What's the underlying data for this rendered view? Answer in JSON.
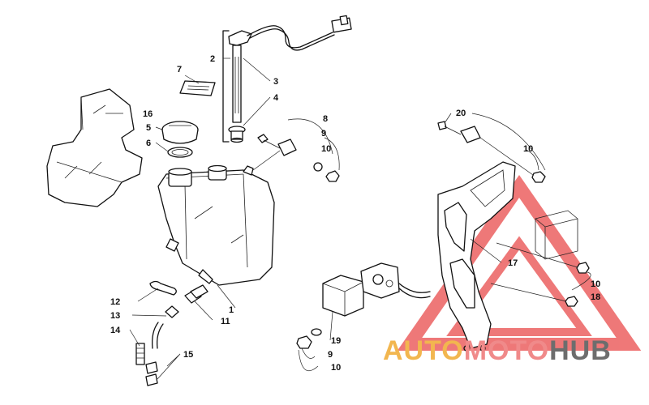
{
  "callouts": [
    {
      "id": "c1",
      "text": "1"
    },
    {
      "id": "c2",
      "text": "2"
    },
    {
      "id": "c3",
      "text": "3"
    },
    {
      "id": "c4",
      "text": "4"
    },
    {
      "id": "c5",
      "text": "5"
    },
    {
      "id": "c6",
      "text": "6"
    },
    {
      "id": "c7",
      "text": "7"
    },
    {
      "id": "c8",
      "text": "8"
    },
    {
      "id": "c9a",
      "text": "9"
    },
    {
      "id": "c10a",
      "text": "10"
    },
    {
      "id": "c10b",
      "text": "10"
    },
    {
      "id": "c10c",
      "text": "10"
    },
    {
      "id": "c10d",
      "text": "10"
    },
    {
      "id": "c11",
      "text": "11"
    },
    {
      "id": "c12",
      "text": "12"
    },
    {
      "id": "c13",
      "text": "13"
    },
    {
      "id": "c14",
      "text": "14"
    },
    {
      "id": "c15",
      "text": "15"
    },
    {
      "id": "c16",
      "text": "16"
    },
    {
      "id": "c17",
      "text": "17"
    },
    {
      "id": "c18",
      "text": "18"
    },
    {
      "id": "c19",
      "text": "19"
    },
    {
      "id": "c9b",
      "text": "9"
    },
    {
      "id": "c20",
      "text": "20"
    }
  ],
  "watermark": {
    "part1": "AUTO",
    "part2": "MOTO",
    "part3": "HUB",
    "colors": {
      "auto": "#f2b64f",
      "moto": "#f08a8a",
      "hub": "#6d6d6d",
      "triangle": "#e94b4b"
    }
  }
}
